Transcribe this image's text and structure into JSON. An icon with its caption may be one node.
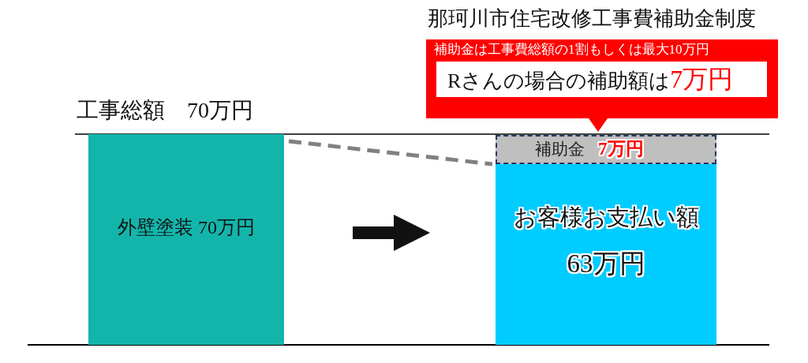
{
  "diagram": {
    "title": "那珂川市住宅改修工事費補助金制度",
    "nodes": [
      {
        "text": [
          "補助金は工事費総額の1割もしくは最大10万円"
        ]
      },
      {
        "text": [
          "Rさんの場合の補助額は",
          "7万円"
        ],
        "in": 0
      },
      {
        "text": [
          "外壁塗装 70万円"
        ]
      },
      {
        "text": [
          "補助金",
          "7万円"
        ]
      },
      {
        "text": [
          "お客様お支払い額",
          "63万円"
        ]
      },
      {
        "text": [],
        "shape": "arrow"
      }
    ],
    "edges": [
      {
        "from": 2,
        "to": 3,
        "arrow": "none",
        "style": "dashed",
        "color": "#808080"
      }
    ],
    "labels": [
      "工事総額　70万円"
    ]
  }
}
